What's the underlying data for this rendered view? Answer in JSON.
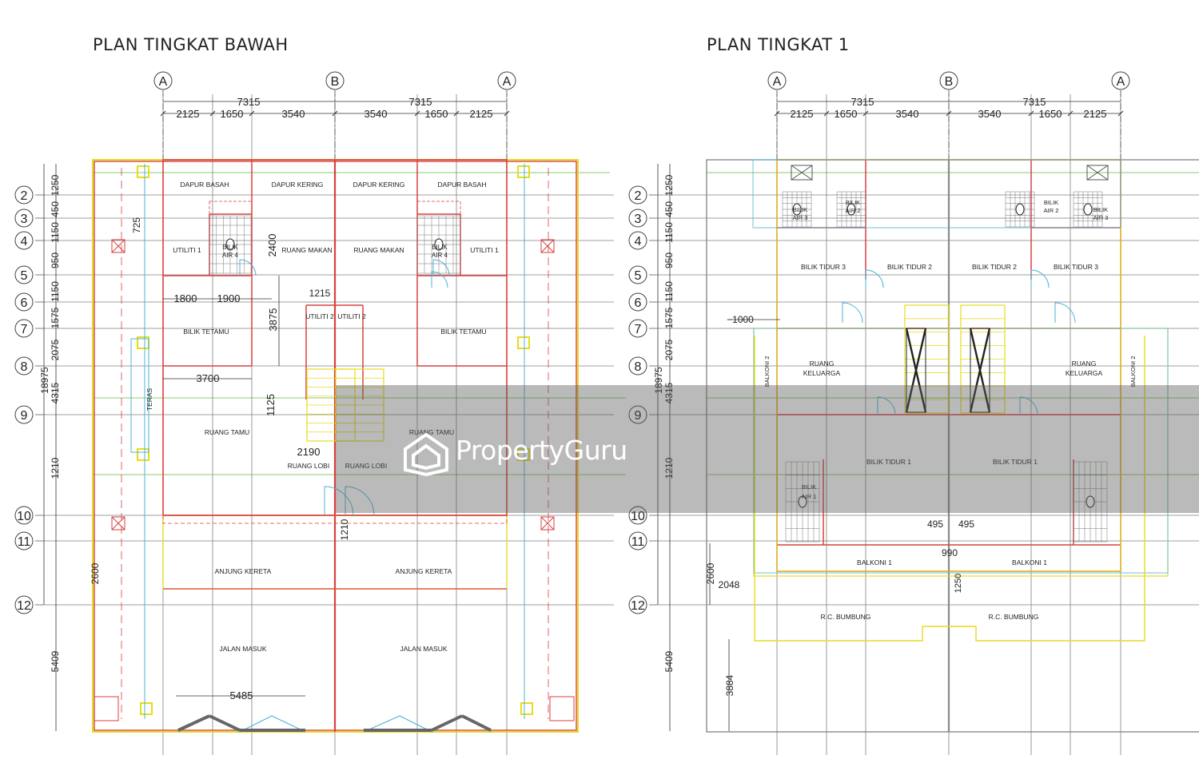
{
  "titles": {
    "left": "PLAN TINGKAT BAWAH",
    "right": "PLAN TINGKAT 1"
  },
  "watermark": {
    "text": "PropertyGuru"
  },
  "gridlines": {
    "columns": [
      "A",
      "B",
      "A"
    ],
    "rows": [
      "2",
      "3",
      "4",
      "5",
      "6",
      "7",
      "8",
      "9",
      "10",
      "11",
      "12"
    ]
  },
  "dimensions": {
    "top_total": [
      "7315",
      "7315"
    ],
    "top_split": [
      "2125",
      "1650",
      "3540",
      "3540",
      "1650",
      "2125"
    ],
    "vertical_left": [
      "1250",
      "450",
      "1150",
      "950",
      "1150",
      "1575",
      "2075",
      "4315",
      "1210"
    ],
    "overall": "18975",
    "ground_extra": [
      "2600",
      "5409"
    ],
    "ground_inner": [
      "2400",
      "1800",
      "1900",
      "1215",
      "3875",
      "3700",
      "1125",
      "2190",
      "1210",
      "5485",
      "725"
    ],
    "first_inner": [
      "1000",
      "495",
      "495",
      "990",
      "1250",
      "2600",
      "2048",
      "3884",
      "5409"
    ]
  },
  "rooms_ground": {
    "dapur_basah": "DAPUR BASAH",
    "dapur_kering": "DAPUR KERING",
    "utiliti_1": "UTILITI 1",
    "bilik_air_4": "BILIK AIR 4",
    "ruang_makan": "RUANG MAKAN",
    "utiliti_2": "UTILITI 2",
    "bilik_tetamu": "BILIK TETAMU",
    "teras": "TERAS",
    "ruang_tamu": "RUANG TAMU",
    "ruang_lobi": "RUANG LOBI",
    "anjung_kereta": "ANJUNG KERETA",
    "jalan_masuk": "JALAN MASUK"
  },
  "rooms_first": {
    "bilik_air_3": "BILIK AIR 3",
    "bilik_air_2": "BILIK AIR 2",
    "bilik_tidur_3": "BILIK TIDUR 3",
    "bilik_tidur_2": "BILIK TIDUR 2",
    "balkoni_2": "BALKONI 2",
    "ruang_keluarga": "RUANG KELUARGA",
    "bilik_tidur_1": "BILIK TIDUR 1",
    "bilik_air_1": "BILIK AIR 1",
    "balkoni_1": "BALKONI 1",
    "rc_bumbung": "R.C. BUMBUNG"
  },
  "colors": {
    "wall": "#d94040",
    "yellow": "#e6dc1e",
    "grid": "#7f7f7f",
    "cyan": "#4cb4d6",
    "green": "#8cc870",
    "dim": "#333333"
  }
}
